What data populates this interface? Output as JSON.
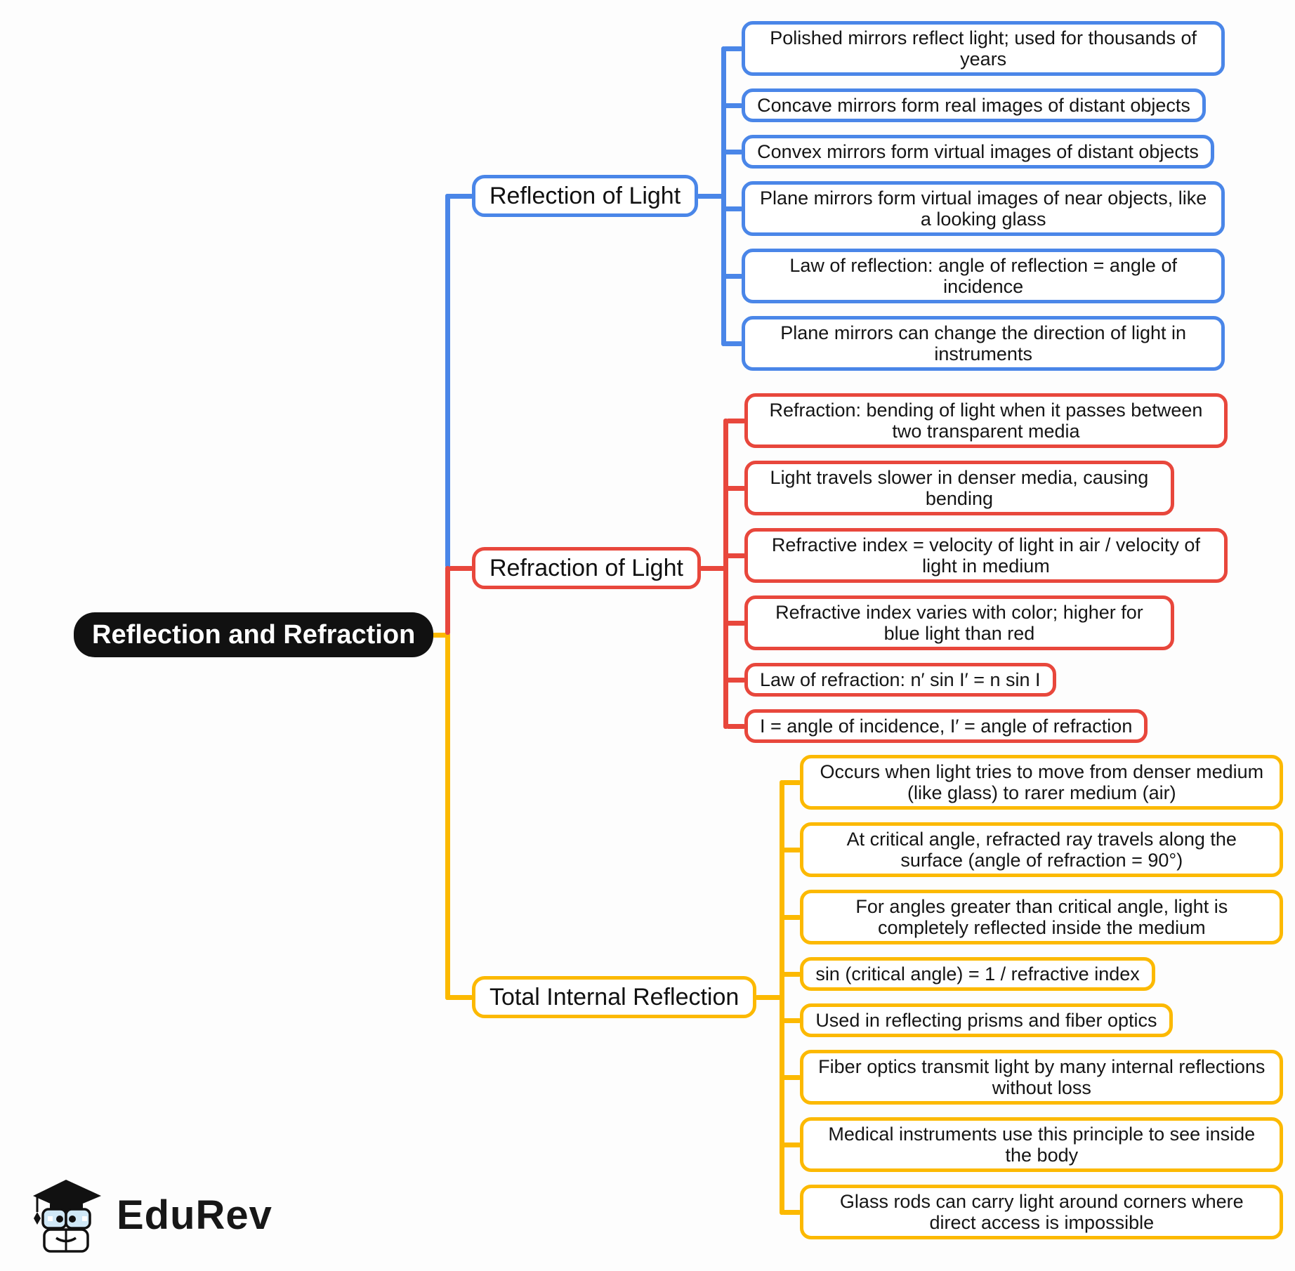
{
  "root": {
    "label": "Reflection and Refraction"
  },
  "branches": [
    {
      "id": "reflection-of-light",
      "label": "Reflection of Light",
      "color": "#4a86e8",
      "leaves": [
        "Polished mirrors reflect light; used for thousands of years",
        "Concave mirrors form real images of distant objects",
        "Convex mirrors form virtual images of distant objects",
        "Plane mirrors form virtual images of near objects, like a looking glass",
        "Law of reflection: angle of reflection = angle of incidence",
        "Plane mirrors can change the direction of light in instruments"
      ]
    },
    {
      "id": "refraction-of-light",
      "label": "Refraction of Light",
      "color": "#e8473c",
      "leaves": [
        "Refraction: bending of light when it passes between two transparent media",
        "Light travels slower in denser media, causing bending",
        "Refractive index = velocity of light in air / velocity of light in medium",
        "Refractive index varies with color; higher for blue light than red",
        "Law of refraction: n′ sin I′ = n sin I",
        "I = angle of incidence, I′ = angle of refraction"
      ]
    },
    {
      "id": "total-internal-reflection",
      "label": "Total Internal Reflection",
      "color": "#fcb900",
      "leaves": [
        "Occurs when light tries to move from denser medium (like glass) to rarer medium (air)",
        "At critical angle, refracted ray travels along the surface (angle of refraction = 90°)",
        "For angles greater than critical angle, light is completely reflected inside the medium",
        "sin (critical angle) = 1 / refractive index",
        "Used in reflecting prisms and fiber optics",
        "Fiber optics transmit light by many internal reflections without loss",
        "Medical instruments use this principle to see inside the body",
        "Glass rods can carry light around corners where direct access is impossible"
      ]
    }
  ],
  "logo": {
    "text": "EduRev"
  },
  "colors": {
    "blue": "#4a86e8",
    "red": "#e8473c",
    "yellow": "#fcb900",
    "root_bg": "#111111",
    "root_text": "#ffffff"
  }
}
